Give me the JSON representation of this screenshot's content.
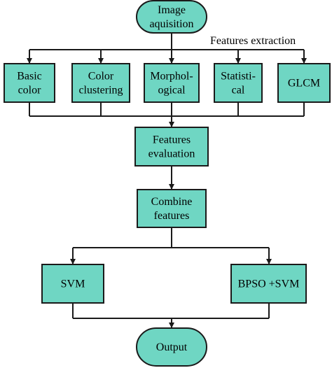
{
  "colors": {
    "node_fill": "#6fd6c3",
    "node_stroke": "#1a1a1a",
    "edge": "#1a1a1a"
  },
  "annotation": "Features extraction",
  "nodes": {
    "image_acquisition": {
      "lines": [
        "Image",
        "aquisition"
      ],
      "shape": "rounded"
    },
    "basic_color": {
      "lines": [
        "Basic",
        "color"
      ],
      "shape": "rect"
    },
    "color_clustering": {
      "lines": [
        "Color",
        "clustering"
      ],
      "shape": "rect"
    },
    "morphological": {
      "lines": [
        "Morphol-",
        "ogical"
      ],
      "shape": "rect"
    },
    "statistical": {
      "lines": [
        "Statisti-",
        "cal"
      ],
      "shape": "rect"
    },
    "glcm": {
      "lines": [
        "GLCM"
      ],
      "shape": "rect"
    },
    "features_evaluation": {
      "lines": [
        "Features",
        "evaluation"
      ],
      "shape": "rect"
    },
    "combine_features": {
      "lines": [
        "Combine",
        "features"
      ],
      "shape": "rect"
    },
    "svm": {
      "lines": [
        "SVM"
      ],
      "shape": "rect"
    },
    "bpso_svm": {
      "lines": [
        "BPSO +SVM"
      ],
      "shape": "rect"
    },
    "output": {
      "lines": [
        "Output"
      ],
      "shape": "rounded"
    }
  }
}
